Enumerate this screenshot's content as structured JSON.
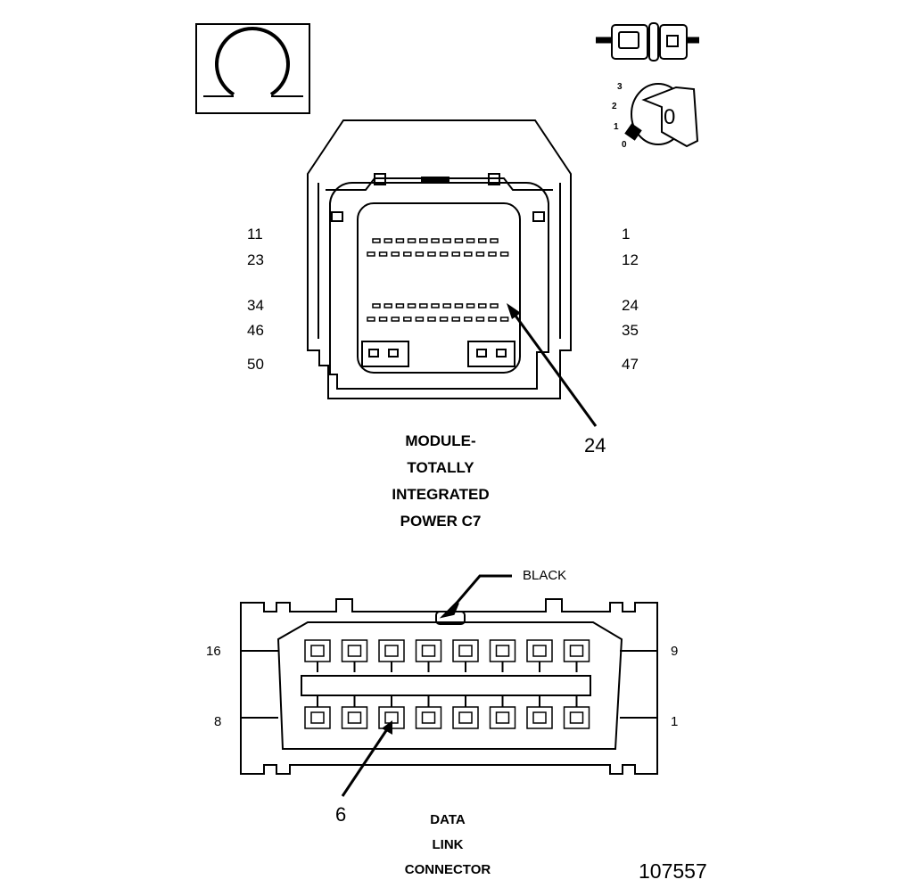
{
  "module_connector": {
    "caption_lines": [
      "MODULE-",
      "TOTALLY",
      "INTEGRATED",
      "POWER C7"
    ],
    "left_pin_labels": [
      "11",
      "23",
      "34",
      "46",
      "50"
    ],
    "right_pin_labels": [
      "1",
      "12",
      "24",
      "35",
      "47"
    ],
    "callout_pin": "24"
  },
  "ignition_switch": {
    "positions": [
      "3",
      "2",
      "1",
      "0"
    ],
    "key_label": "0"
  },
  "data_link_connector": {
    "caption_lines": [
      "DATA",
      "LINK",
      "CONNECTOR"
    ],
    "color_callout": "BLACK",
    "left_pin_labels": [
      "16",
      "8"
    ],
    "right_pin_labels": [
      "9",
      "1"
    ],
    "callout_pin": "6"
  },
  "figure_number": "107557"
}
